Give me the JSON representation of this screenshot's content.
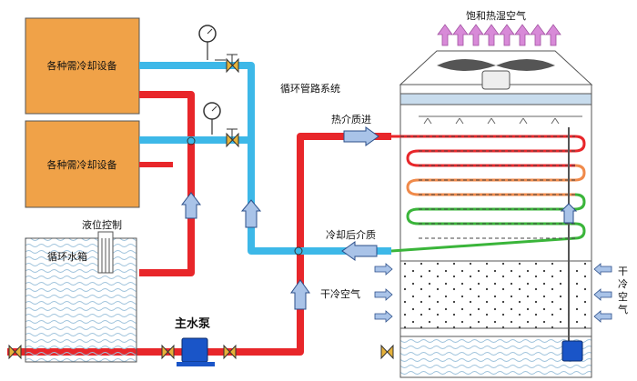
{
  "labels": {
    "equipment_1": "各种需冷却设备",
    "equipment_2": "各种需冷却设备",
    "piping_system": "循环管路系统",
    "saturated_air": "饱和热湿空气",
    "hot_medium_in": "热介质进",
    "cooled_medium": "冷却后介质",
    "level_control": "液位控制",
    "circulation_tank": "循环水箱",
    "main_pump": "主水泵",
    "dry_cold_air_left": "干冷空气",
    "dry_cold_air_right_1": "干",
    "dry_cold_air_right_2": "冷",
    "dry_cold_air_right_3": "空",
    "dry_cold_air_right_4": "气"
  },
  "colors": {
    "hot_pipe": "#e8262a",
    "cold_pipe": "#3db8e8",
    "equipment_fill": "#f0a248",
    "tower_line": "#555555",
    "coil_hot": "#e8262a",
    "coil_warm": "#f08a4a",
    "coil_cool": "#3ab53a",
    "pump": "#1a55c8",
    "arrow_fill": "#a9c3e8",
    "steam_arrow": "#d88ad8"
  },
  "icons": [
    "gauge-icon",
    "valve-icon",
    "fan-icon",
    "pump-icon",
    "flow-arrow-icon",
    "steam-arrow-icon"
  ]
}
